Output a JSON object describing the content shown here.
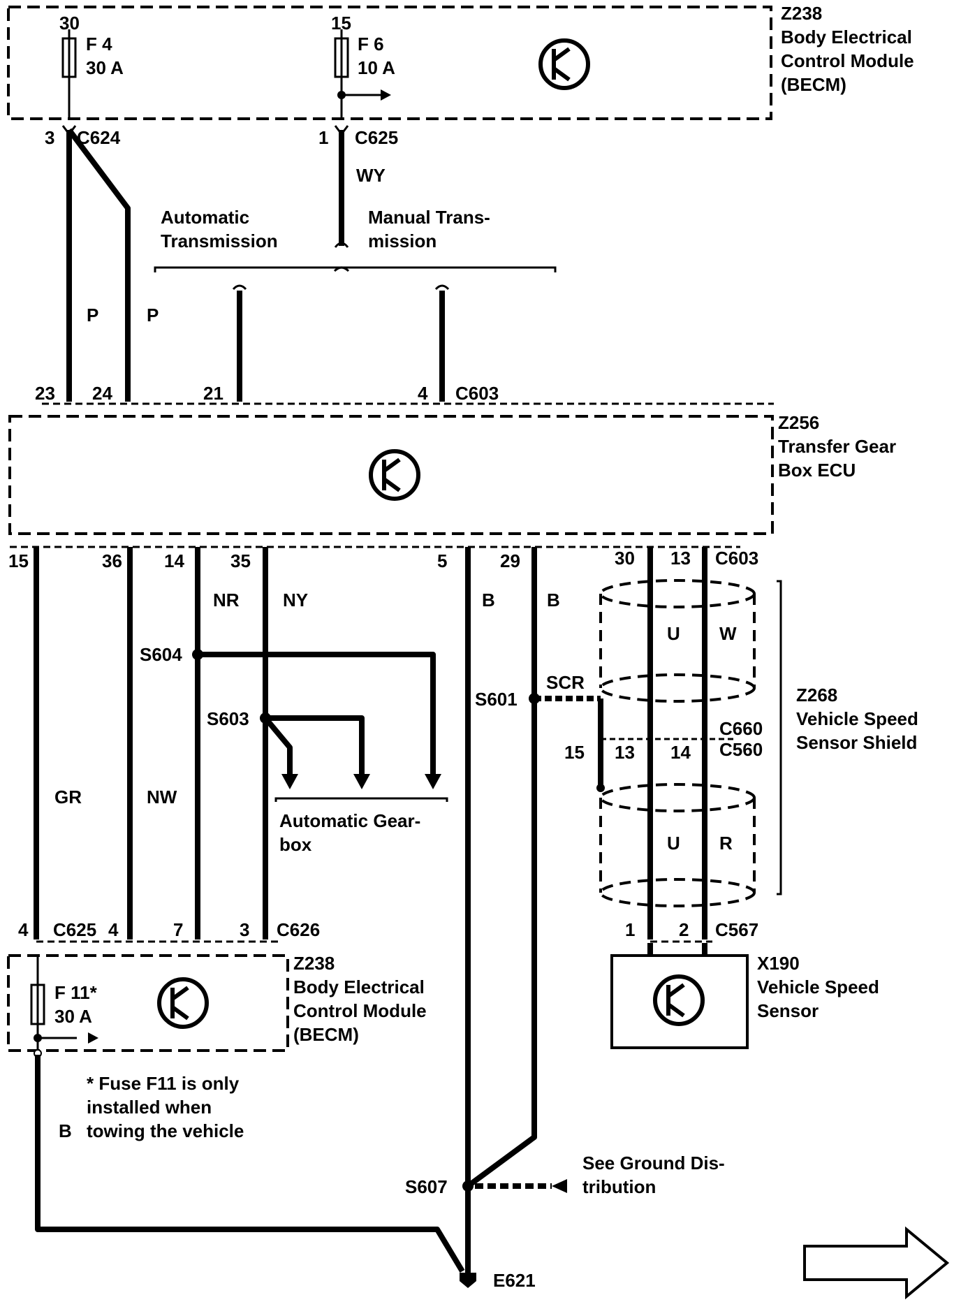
{
  "top_module": {
    "id": "Z238",
    "name_line1": "Body Electrical",
    "name_line2": "Control Module",
    "name_line3": "(BECM)",
    "fuse_a": {
      "supply": "30",
      "name": "F 4",
      "rating": "30 A"
    },
    "fuse_b": {
      "supply": "15",
      "name": "F 6",
      "rating": "10 A"
    }
  },
  "top_connectors": {
    "left_pin": "3",
    "left_name": "C624",
    "right_pin": "1",
    "right_name": "C625",
    "wy_color": "WY"
  },
  "branches": {
    "automatic_line1": "Automatic",
    "automatic_line2": "Transmission",
    "manual_line1": "Manual Trans-",
    "manual_line2": "mission"
  },
  "upper_wires": {
    "p1": "P",
    "p2": "P"
  },
  "c603_top": {
    "pin_23": "23",
    "pin_24": "24",
    "pin_21": "21",
    "pin_4": "4",
    "name": "C603"
  },
  "tgb_ecu": {
    "id": "Z256",
    "name_line1": "Transfer Gear",
    "name_line2": "Box ECU"
  },
  "lower_pins": {
    "p15": "15",
    "p36": "36",
    "p14": "14",
    "p35": "35",
    "p5": "5",
    "p29": "29",
    "p30": "30",
    "p13": "13",
    "c603": "C603"
  },
  "wire_colors": {
    "nr": "NR",
    "ny": "NY",
    "b1": "B",
    "b2": "B",
    "gr": "GR",
    "nw": "NW",
    "u_upper": "U",
    "w": "W",
    "u_lower": "U",
    "r": "R",
    "b_low": "B"
  },
  "splices": {
    "s604": "S604",
    "s603": "S603",
    "s601": "S601",
    "s607": "S607",
    "scr": "SCR"
  },
  "gearbox": {
    "line1": "Automatic Gear-",
    "line2": "box"
  },
  "shield": {
    "id": "Z268",
    "line1": "Vehicle Speed",
    "line2": "Sensor Shield",
    "c660": "C660",
    "c560": "C560",
    "pin15": "15",
    "pin13": "13",
    "pin14": "14"
  },
  "bottom_conn": {
    "pin4a": "4",
    "c625": "C625",
    "pin4b": "4",
    "pin7": "7",
    "pin3": "3",
    "c626": "C626",
    "pin1": "1",
    "pin2": "2",
    "c567": "C567"
  },
  "bottom_module": {
    "id": "Z238",
    "name_line1": "Body Electrical",
    "name_line2": "Control Module",
    "name_line3": "(BECM)",
    "fuse_name": "F 11*",
    "fuse_rating": "30 A"
  },
  "sensor": {
    "id": "X190",
    "name_line1": "Vehicle Speed",
    "name_line2": "Sensor"
  },
  "footnote": {
    "line1": "* Fuse F11 is only",
    "line2": "installed when",
    "line3": "towing the vehicle"
  },
  "ground": {
    "see_line1": "See Ground Dis-",
    "see_line2": "tribution",
    "point": "E621"
  }
}
